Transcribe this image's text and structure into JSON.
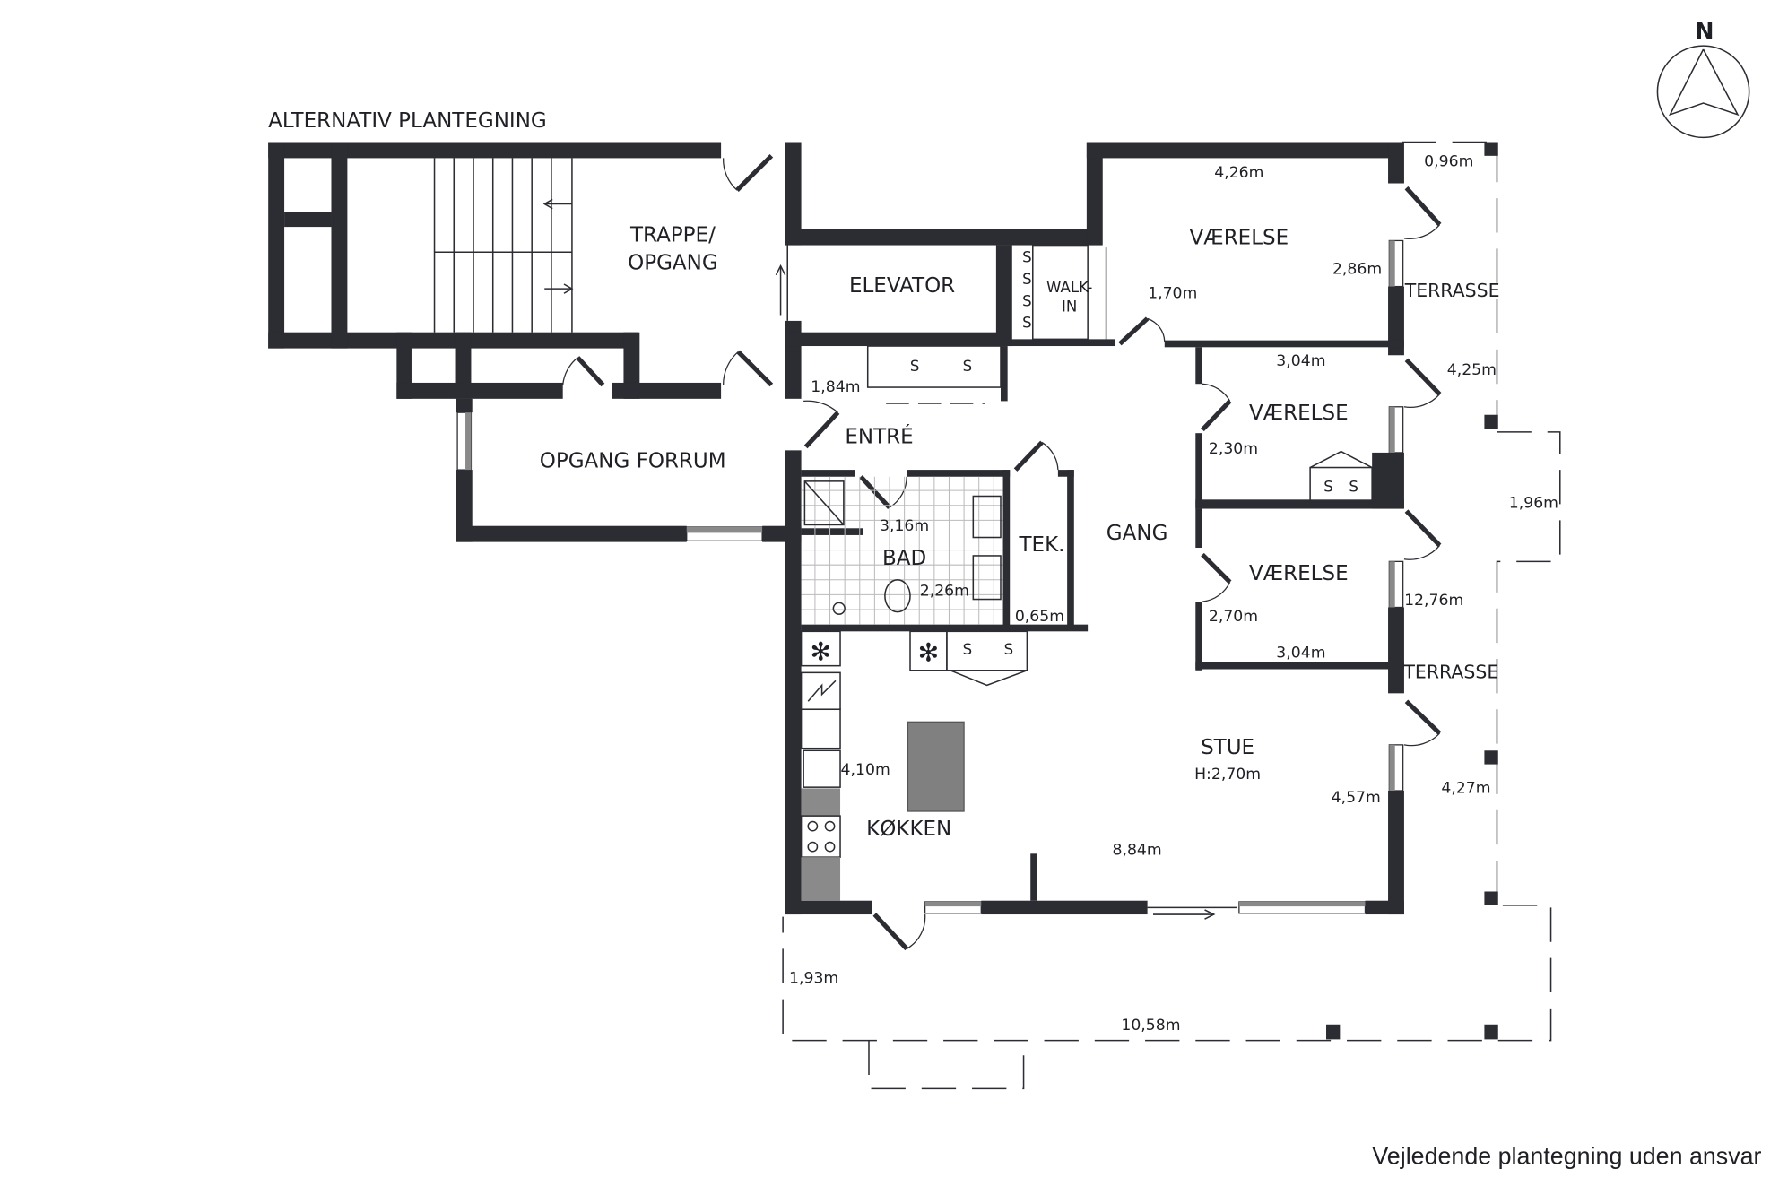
{
  "title": "ALTERNATIV PLANTEGNING",
  "disclaimer": "Vejledende plantegning uden ansvar",
  "compass": {
    "label": "N"
  },
  "rooms": {
    "trappe_line1": "TRAPPE/",
    "trappe_line2": "OPGANG",
    "elevator": "ELEVATOR",
    "walkin_line1": "WALK-",
    "walkin_line2": "IN",
    "vaerelse1": "VÆRELSE",
    "vaerelse2": "VÆRELSE",
    "vaerelse3": "VÆRELSE",
    "terrasse1": "TERRASSE",
    "terrasse2": "TERRASSE",
    "gang": "GANG",
    "entre": "ENTRÉ",
    "opgang_forrum": "OPGANG FORRUM",
    "bad": "BAD",
    "tek": "TEK.",
    "stue": "STUE",
    "stue_height": "H:2,70m",
    "koekken": "KØKKEN"
  },
  "storage_mark": "S",
  "dimensions": {
    "v1_width": "4,26m",
    "v1_depth": "2,86m",
    "terrace_top": "0,96m",
    "walkin": "1,70m",
    "v2_width": "3,04m",
    "terrace_mid": "4,25m",
    "v2_depth": "2,30m",
    "terrace_side": "1,96m",
    "terrace_long": "12,76m",
    "v3_depth": "2,70m",
    "v3_width": "3,04m",
    "stue_depth": "4,57m",
    "terrace_low": "4,27m",
    "stue_width": "8,84m",
    "koekken": "4,10m",
    "entre": "1,84m",
    "bad_width": "3,16m",
    "bad_depth": "2,26m",
    "tek": "0,65m",
    "terrace_south_depth": "1,93m",
    "terrace_south_width": "10,58m"
  }
}
